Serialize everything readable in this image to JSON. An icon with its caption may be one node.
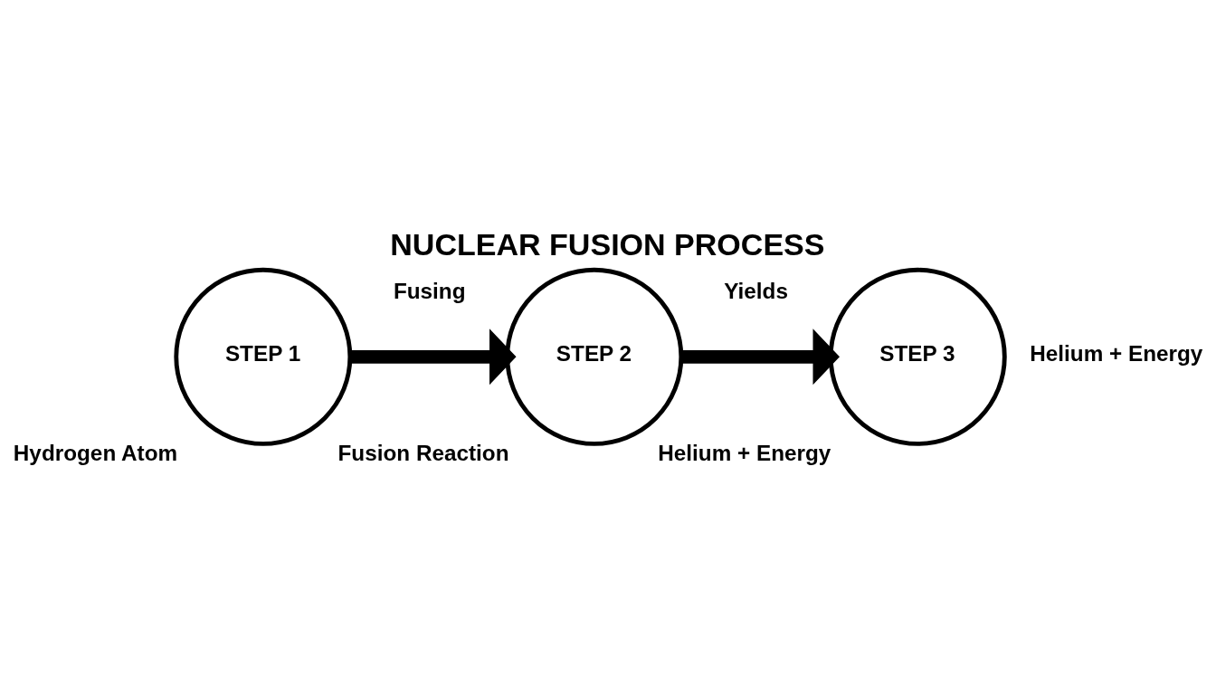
{
  "diagram": {
    "title": "NUCLEAR FUSION PROCESS",
    "nodes": [
      {
        "text": [
          "STEP 1"
        ],
        "beside": [
          "Hydrogen Atom"
        ]
      },
      {
        "text": [
          "STEP 2"
        ],
        "beside": [
          "Fusion Reaction"
        ]
      },
      {
        "text": [
          "STEP 3"
        ],
        "beside": [
          "Helium + Energy",
          "Helium + Energy"
        ]
      }
    ],
    "edges": [
      {
        "from": 0,
        "to": 1,
        "arrow": "to",
        "label": "Fusing"
      },
      {
        "from": 1,
        "to": 2,
        "arrow": "to",
        "label": "Yields"
      }
    ]
  }
}
